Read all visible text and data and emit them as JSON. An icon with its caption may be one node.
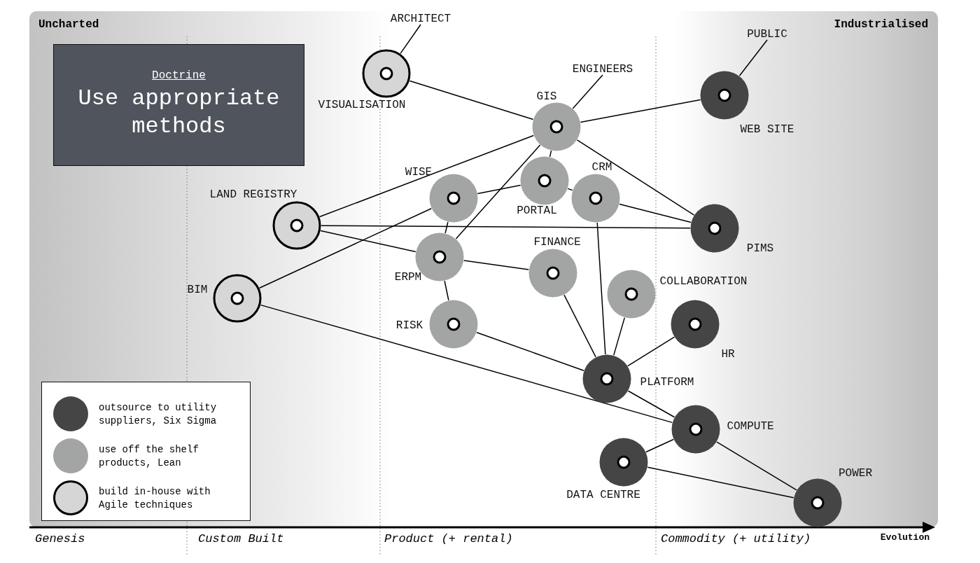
{
  "diagram": {
    "nodes": [
      {
        "text": [
          "ARCHITECT"
        ]
      },
      {
        "text": [
          "PUBLIC"
        ]
      },
      {
        "text": [
          "ENGINEERS"
        ]
      },
      {
        "text": [
          "Doctrine",
          "Use appropriate methods"
        ]
      },
      {
        "text": [
          "VISUALISATION"
        ]
      },
      {
        "text": [
          "GIS"
        ]
      },
      {
        "text": [
          "WEB SITE"
        ]
      },
      {
        "text": [
          "WISE"
        ]
      },
      {
        "text": [
          "PORTAL"
        ]
      },
      {
        "text": [
          "CRM"
        ]
      },
      {
        "text": [
          "LAND REGISTRY"
        ]
      },
      {
        "text": [
          "PIMS"
        ]
      },
      {
        "text": [
          "ERPM"
        ]
      },
      {
        "text": [
          "FINANCE"
        ]
      },
      {
        "text": [
          "COLLABORATION"
        ]
      },
      {
        "text": [
          "BIM"
        ]
      },
      {
        "text": [
          "RISK"
        ]
      },
      {
        "text": [
          "HR"
        ]
      },
      {
        "text": [
          "PLATFORM"
        ]
      },
      {
        "text": [
          "COMPUTE"
        ]
      },
      {
        "text": [
          "DATA CENTRE"
        ]
      },
      {
        "text": [
          "POWER"
        ]
      }
    ],
    "edges": [
      {
        "from": 0,
        "to": 4,
        "arrow": "none"
      },
      {
        "from": 1,
        "to": 6,
        "arrow": "none"
      },
      {
        "from": 2,
        "to": 5,
        "arrow": "none"
      },
      {
        "from": 4,
        "to": 5,
        "arrow": "none"
      },
      {
        "from": 5,
        "to": 6,
        "arrow": "none"
      },
      {
        "from": 5,
        "to": 8,
        "arrow": "none"
      },
      {
        "from": 5,
        "to": 10,
        "arrow": "none"
      },
      {
        "from": 5,
        "to": 12,
        "arrow": "none"
      },
      {
        "from": 5,
        "to": 11,
        "arrow": "none"
      },
      {
        "from": 7,
        "to": 8,
        "arrow": "none"
      },
      {
        "from": 7,
        "to": 15,
        "arrow": "none"
      },
      {
        "from": 7,
        "to": 12,
        "arrow": "none"
      },
      {
        "from": 8,
        "to": 9,
        "arrow": "none"
      },
      {
        "from": 9,
        "to": 11,
        "arrow": "none"
      },
      {
        "from": 9,
        "to": 18,
        "arrow": "none"
      },
      {
        "from": 10,
        "to": 11,
        "arrow": "none"
      },
      {
        "from": 10,
        "to": 12,
        "arrow": "none"
      },
      {
        "from": 12,
        "to": 13,
        "arrow": "none"
      },
      {
        "from": 12,
        "to": 16,
        "arrow": "none"
      },
      {
        "from": 13,
        "to": 18,
        "arrow": "none"
      },
      {
        "from": 14,
        "to": 18,
        "arrow": "none"
      },
      {
        "from": 15,
        "to": 19,
        "arrow": "none"
      },
      {
        "from": 16,
        "to": 18,
        "arrow": "none"
      },
      {
        "from": 17,
        "to": 18,
        "arrow": "none"
      },
      {
        "from": 18,
        "to": 19,
        "arrow": "none"
      },
      {
        "from": 19,
        "to": 20,
        "arrow": "none"
      },
      {
        "from": 19,
        "to": 21,
        "arrow": "none"
      },
      {
        "from": 20,
        "to": 21,
        "arrow": "none"
      }
    ],
    "labels": [
      "Uncharted",
      "Industrialised",
      "Genesis",
      "Custom Built",
      "Product (+ rental)",
      "Commodity (+ utility)",
      "Evolution"
    ],
    "legend": [
      {
        "text": "outsource to utility suppliers, Six Sigma",
        "color": "#454545"
      },
      {
        "text": "use off the shelf products, Lean",
        "color": "#a3a5a4"
      },
      {
        "text": "build in-house with Agile techniques",
        "color": "#d6d6d6"
      }
    ]
  }
}
